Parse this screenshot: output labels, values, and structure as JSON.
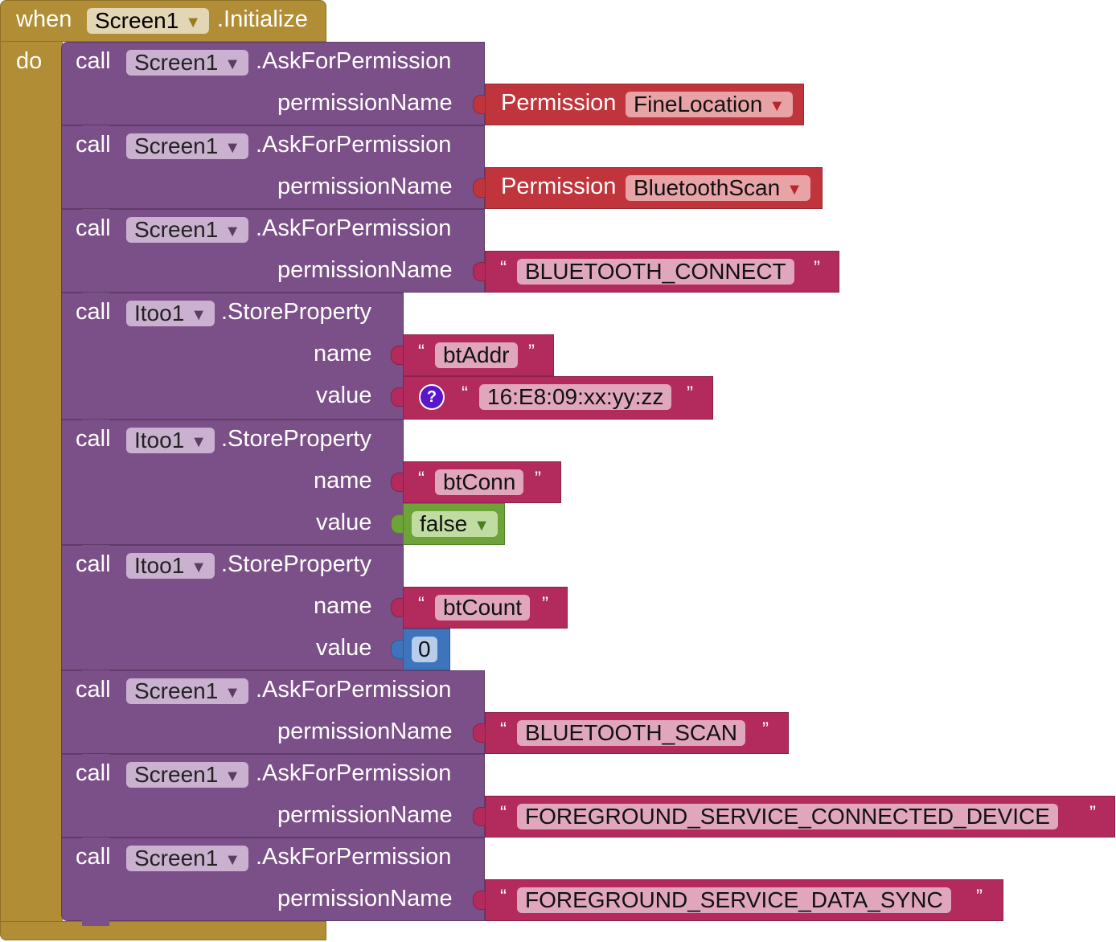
{
  "event": {
    "when_label": "when",
    "component": "Screen1",
    "event_name": ".Initialize",
    "do_label": "do"
  },
  "call_label": "call",
  "perm_label": "Permission",
  "blocks": [
    {
      "component": "Screen1",
      "method": ".AskForPermission",
      "arg": "permissionName",
      "value_kind": "permission",
      "value": "FineLocation"
    },
    {
      "component": "Screen1",
      "method": ".AskForPermission",
      "arg": "permissionName",
      "value_kind": "permission",
      "value": "BluetoothScan"
    },
    {
      "component": "Screen1",
      "method": ".AskForPermission",
      "arg": "permissionName",
      "value_kind": "text",
      "value": "BLUETOOTH_CONNECT"
    },
    {
      "component": "Itoo1",
      "method": ".StoreProperty",
      "args": [
        "name",
        "value"
      ],
      "name_value": "btAddr",
      "value_value": "16:E8:09:xx:yy:zz",
      "value_kind": "text-with-help"
    },
    {
      "component": "Itoo1",
      "method": ".StoreProperty",
      "args": [
        "name",
        "value"
      ],
      "name_value": "btConn",
      "value_value": "false",
      "value_kind": "boolean"
    },
    {
      "component": "Itoo1",
      "method": ".StoreProperty",
      "args": [
        "name",
        "value"
      ],
      "name_value": "btCount",
      "value_value": "0",
      "value_kind": "number"
    },
    {
      "component": "Screen1",
      "method": ".AskForPermission",
      "arg": "permissionName",
      "value_kind": "text",
      "value": "BLUETOOTH_SCAN"
    },
    {
      "component": "Screen1",
      "method": ".AskForPermission",
      "arg": "permissionName",
      "value_kind": "text",
      "value": "FOREGROUND_SERVICE_CONNECTED_DEVICE"
    },
    {
      "component": "Screen1",
      "method": ".AskForPermission",
      "arg": "permissionName",
      "value_kind": "text",
      "value": "FOREGROUND_SERVICE_DATA_SYNC"
    }
  ],
  "quotes": {
    "open": "“",
    "close": "”"
  },
  "icons": {
    "dropdown": "triangle-down-icon",
    "help": "question-mark-icon"
  },
  "colors": {
    "event": "#b18e35",
    "procedure": "#7b4f87",
    "permission": "#c0353c",
    "text": "#b32a5d",
    "logic": "#6ea33a",
    "math": "#3e74bb"
  }
}
